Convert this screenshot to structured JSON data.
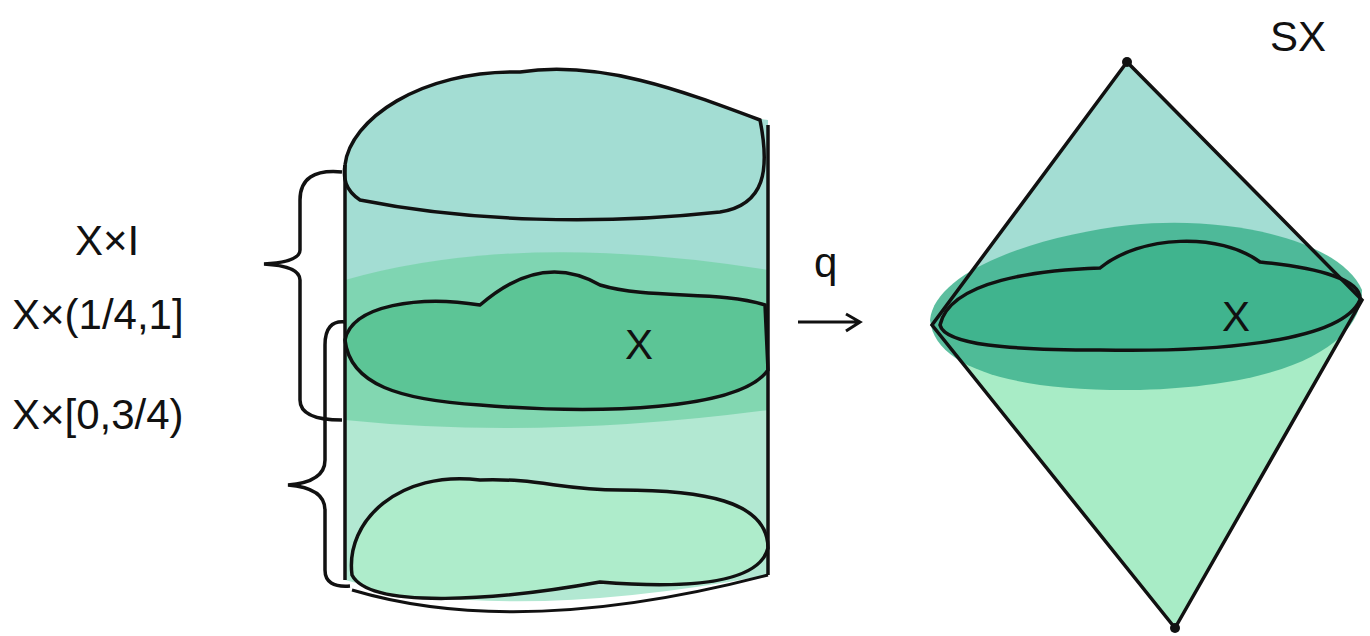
{
  "diagram": {
    "labels": [
      "X×I",
      "X×(1/4,1]",
      "X×[0,3/4)",
      "q",
      "X",
      "SX",
      "X"
    ]
  }
}
